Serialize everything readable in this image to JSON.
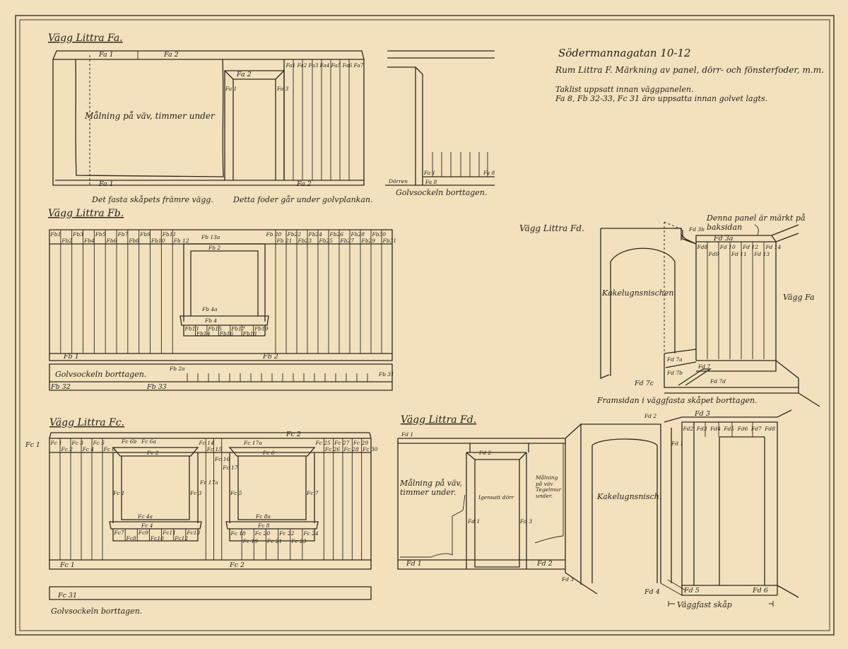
{
  "title": {
    "line1": "Södermannagatan 10-12",
    "line2": "Rum Littra F. Märkning av panel, dörr- och fönsterfoder, m.m.",
    "note1": "Taklist uppsatt innan väggpanelen.",
    "note2": "Fa 8, Fb 32-33, Fc 31 äro uppsatta innan golvet lagts."
  },
  "fa": {
    "heading": "Vägg Littra Fa.",
    "top_labels": [
      "Fa 1",
      "Fa 2"
    ],
    "painting": "Målning på väv, timmer under",
    "door_top": "Fa 2",
    "door_left": "Fa 1",
    "door_right": "Fa 3",
    "panels": [
      "Fa1",
      "Fa2",
      "Fa3",
      "Fa4",
      "Fa5",
      "Fa6",
      "Fa7"
    ],
    "bottom_left": "Fa 1",
    "bottom_right": "Fa 2",
    "note_cabinet": "Det fasta skåpets främre vägg.",
    "note_trim": "Detta foder går under golvplankan.",
    "side_door": "Dörren",
    "side_fa1": "Fa 1",
    "side_fa8": "Fa 8",
    "side_fa8_right": "Fa 8",
    "side_note": "Golvsockeln borttagen."
  },
  "fb": {
    "heading": "Vägg Littra Fb.",
    "panels_left": [
      "Fb1",
      "Fb2",
      "Fb3",
      "Fb4",
      "Fb5",
      "Fb6",
      "Fb7",
      "Fb8",
      "Fb9",
      "Fb10",
      "Fb11",
      "Fb 12"
    ],
    "window_top": "Fb 13a",
    "window_top2": "Fb 2",
    "panels_right": [
      "Fb 20",
      "Fb 21",
      "Fb22",
      "Fb23",
      "Fb24",
      "Fb25",
      "Fb26",
      "Fb27",
      "Fb28",
      "Fb29",
      "Fb30",
      "Fb31"
    ],
    "sill_a": "Fb 4a",
    "sill": "Fb 4",
    "under_sill": [
      "Fb13",
      "Fb14",
      "Fb15",
      "Fb16",
      "Fb17",
      "Fb18",
      "Fb19"
    ],
    "bottom_left": "Fb 1",
    "bottom_right": "Fb 2",
    "plinth_note": "Golvsockeln borttagen.",
    "plinth_2a": "Fb 2a",
    "plinth_31": "Fb 31",
    "plinth_32": "Fb 32",
    "plinth_33": "Fb 33"
  },
  "fc": {
    "heading": "Vägg Littra Fc.",
    "top_left": "Fc 1",
    "top_right": "Fc 2",
    "panels_left": [
      "Fc 1",
      "Fc 2",
      "Fc 3",
      "Fc 4",
      "Fc 5",
      "Fc 6"
    ],
    "win1_top": "Fc 6b",
    "win1_top2": "Fc 6a",
    "win1_head": "Fc 2",
    "win1_left": "Fc 1",
    "win1_right": "Fc 3",
    "win1_sill_a": "Fc 4a",
    "win1_sill": "Fc 4",
    "win1_under": [
      "Fc7",
      "Fc8",
      "Fc9",
      "Fc10",
      "Fc11",
      "Fc12",
      "Fc13"
    ],
    "mid_panels": [
      "Fc 14",
      "Fc 15",
      "Fc 16",
      "Fc 17"
    ],
    "mid_label": "Fc 17a",
    "win2_top": "Fc 17a",
    "win2_head": "Fc 6",
    "win2_left": "Fc 5",
    "win2_right": "Fc 7",
    "win2_sill_a": "Fc 8a",
    "win2_sill": "Fc 8",
    "win2_under": [
      "Fc 18",
      "Fc 19",
      "Fc 20",
      "Fc 21",
      "Fc 22",
      "Fc 23",
      "Fc 24"
    ],
    "panels_right": [
      "Fc 25",
      "Fc 26",
      "Fc 27",
      "Fc 28",
      "Fc 29",
      "Fc 30"
    ],
    "bottom_left": "Fc 1",
    "bottom_right": "Fc 2",
    "plinth": "Fc 31",
    "plinth_note": "Golvsockeln borttagen."
  },
  "fd_upper": {
    "heading": "Vägg Littra Fd.",
    "note_marked": "Denna panel är märkt på baksidan",
    "fd3b": "Fd 3b",
    "fd3a": "Fd 3a",
    "panels": [
      "Fd8",
      "Fd9",
      "Fd 10",
      "Fd 11",
      "Fd 12",
      "Fd 13",
      "Fd 14"
    ],
    "niche": "Kakelugnsnischen",
    "wall_fa": "Vägg Fa",
    "fd7a": "Fd 7a",
    "fd7b": "Fd 7b",
    "fd7": "Fd 7",
    "fd7c": "Fd 7c",
    "fd7d": "Fd 7d",
    "note_front": "Framsidan i väggfasta skåpet borttagen."
  },
  "fd_lower": {
    "heading": "Vägg Littra Fd.",
    "fd1_top": "Fd 1",
    "painting_left": "Målning på väv, timmer under.",
    "door_top": "Fd 2",
    "door_left": "Fd 1",
    "door_right": "Fd 3",
    "door": "Igensatt dörr",
    "painting_right": "Målning på väv Tegelmur under.",
    "bottom_left": "Fd 1",
    "bottom_right": "Fd 2",
    "fd3_base": "Fd 3",
    "niche": "Kakelugnsnisch.",
    "fd2_corner": "Fd 2",
    "fd3_top": "Fd 3",
    "fd1_side": "Fd 1",
    "panels": [
      "Fd2",
      "Fd3",
      "Fd4",
      "Fd5",
      "Fd6",
      "Fd7",
      "Fd8"
    ],
    "fd4": "Fd 4",
    "fd5": "Fd 5",
    "fd6": "Fd 6",
    "cabinet": "Väggfast skåp"
  }
}
